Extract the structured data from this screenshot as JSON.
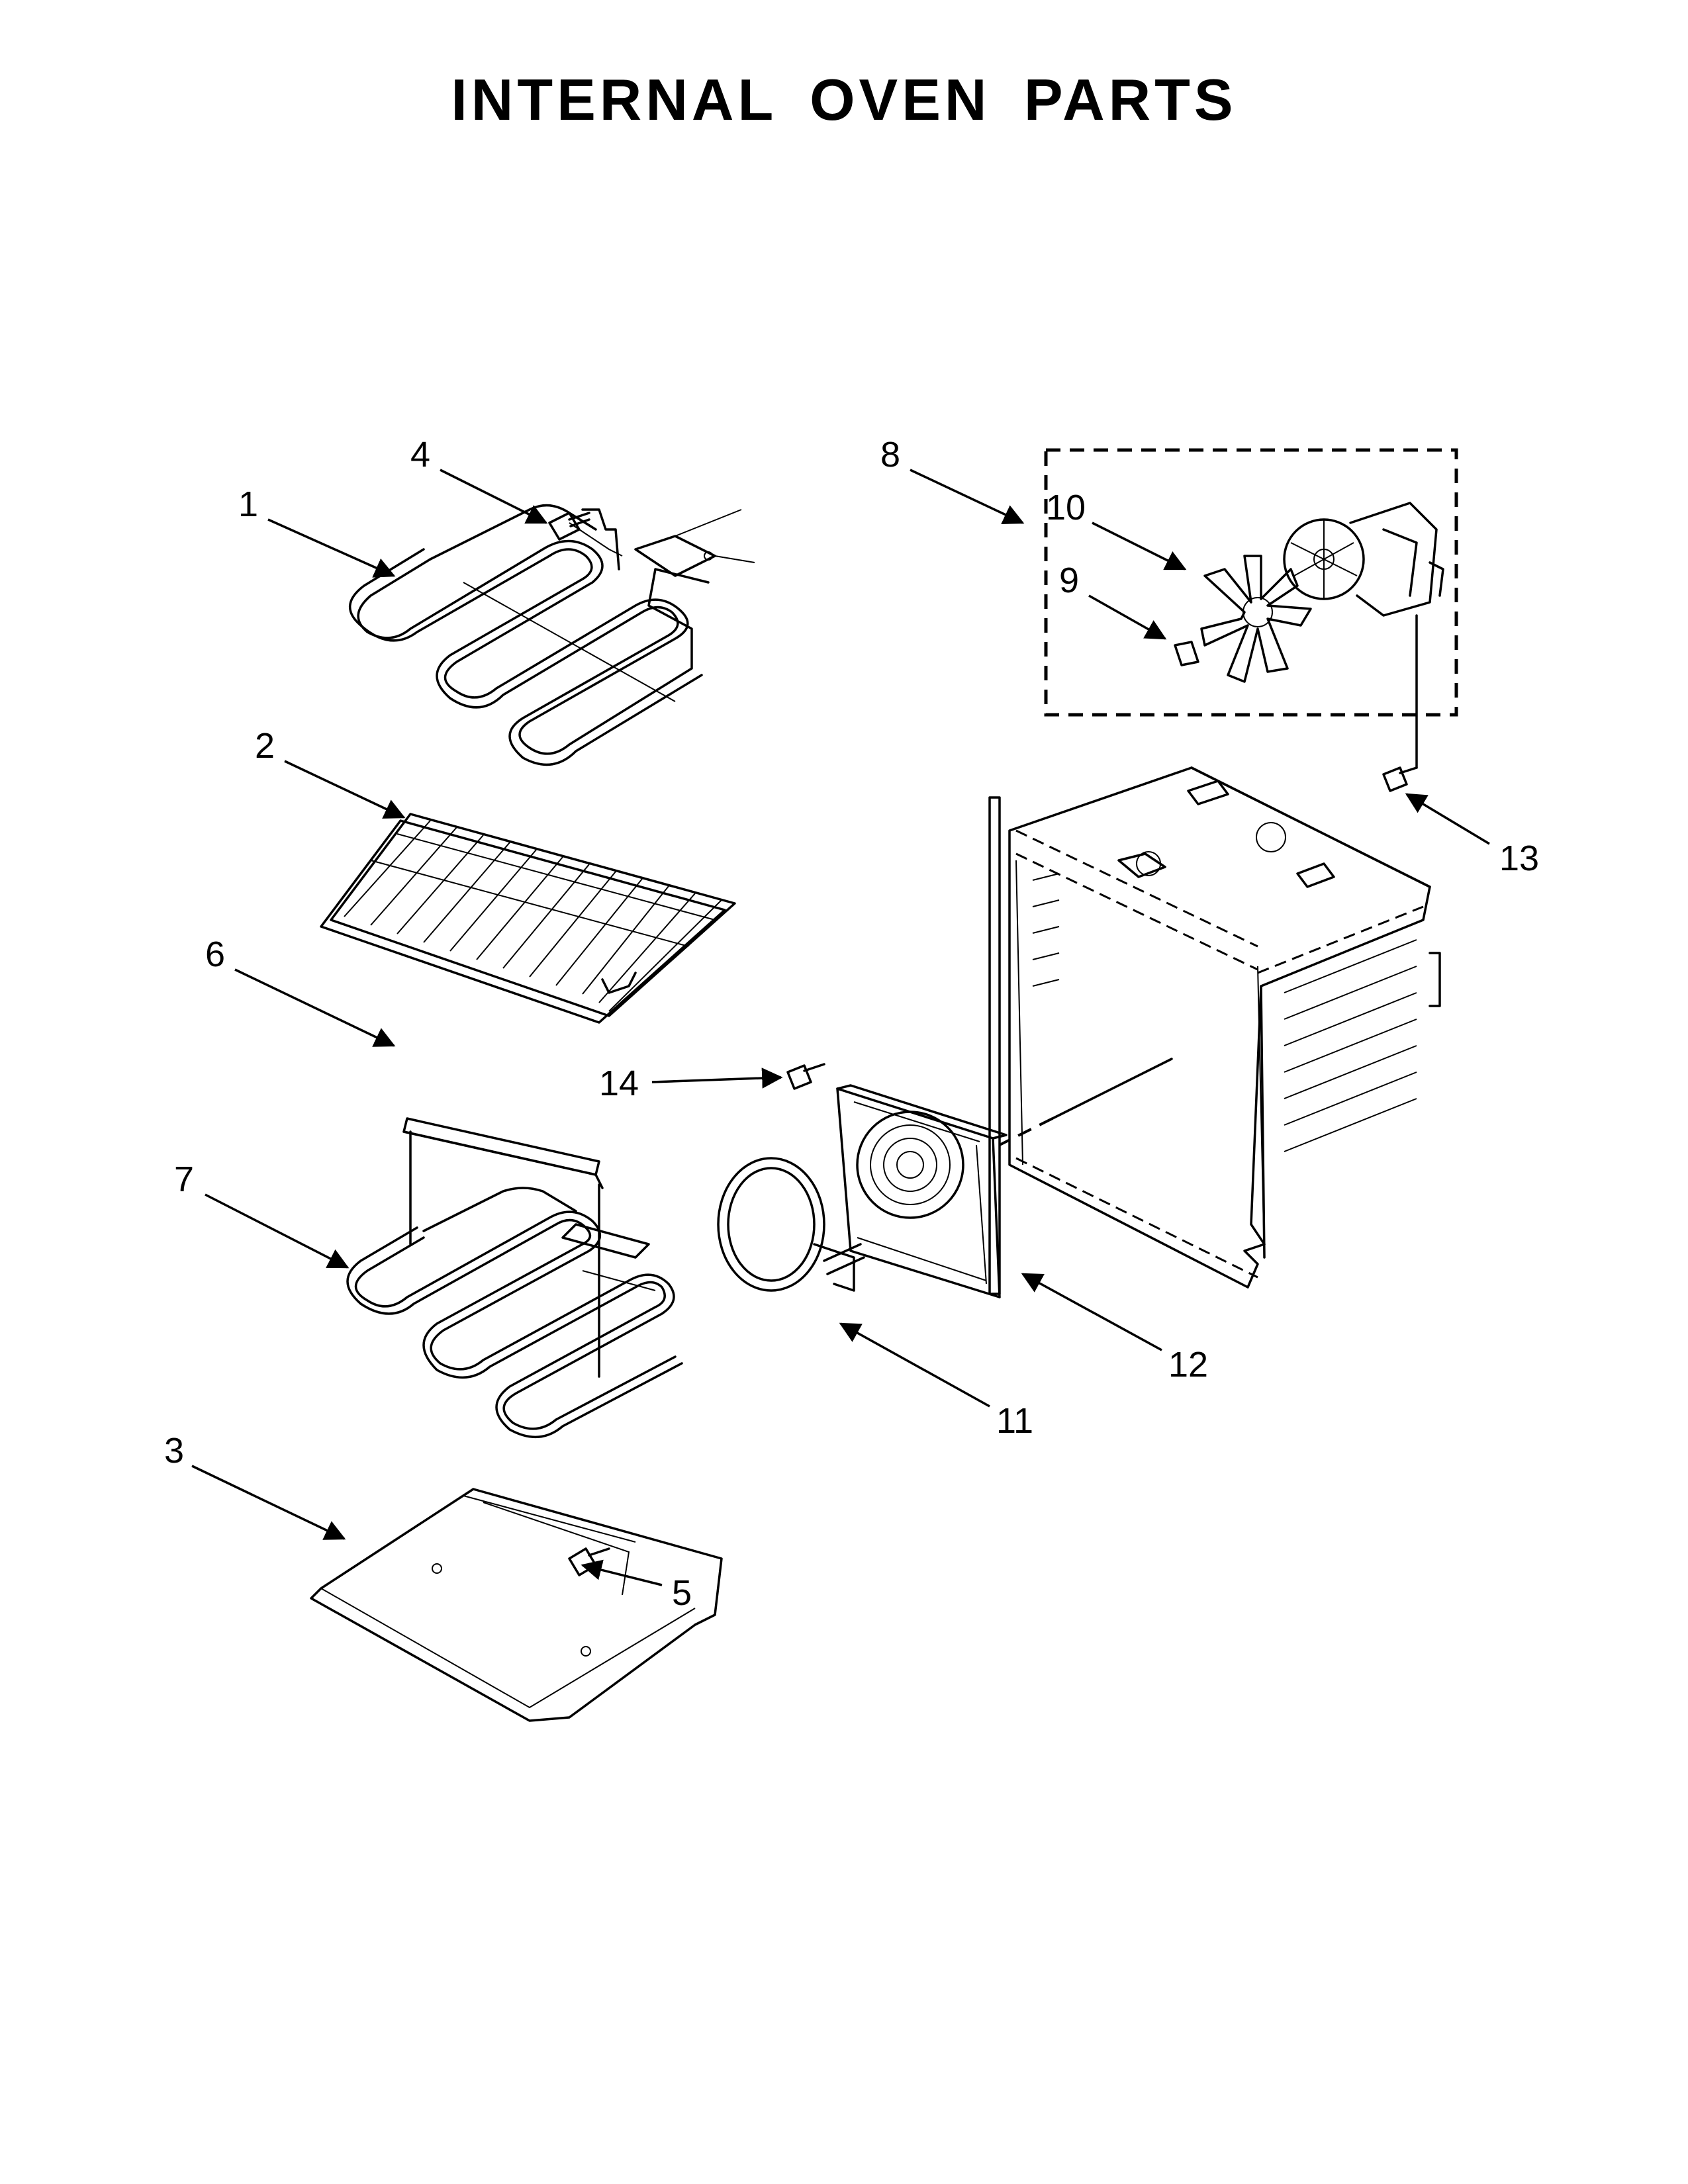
{
  "title": "INTERNAL OVEN PARTS",
  "callouts": [
    "1",
    "2",
    "3",
    "4",
    "5",
    "6",
    "7",
    "8",
    "9",
    "10",
    "11",
    "12",
    "13",
    "14"
  ]
}
